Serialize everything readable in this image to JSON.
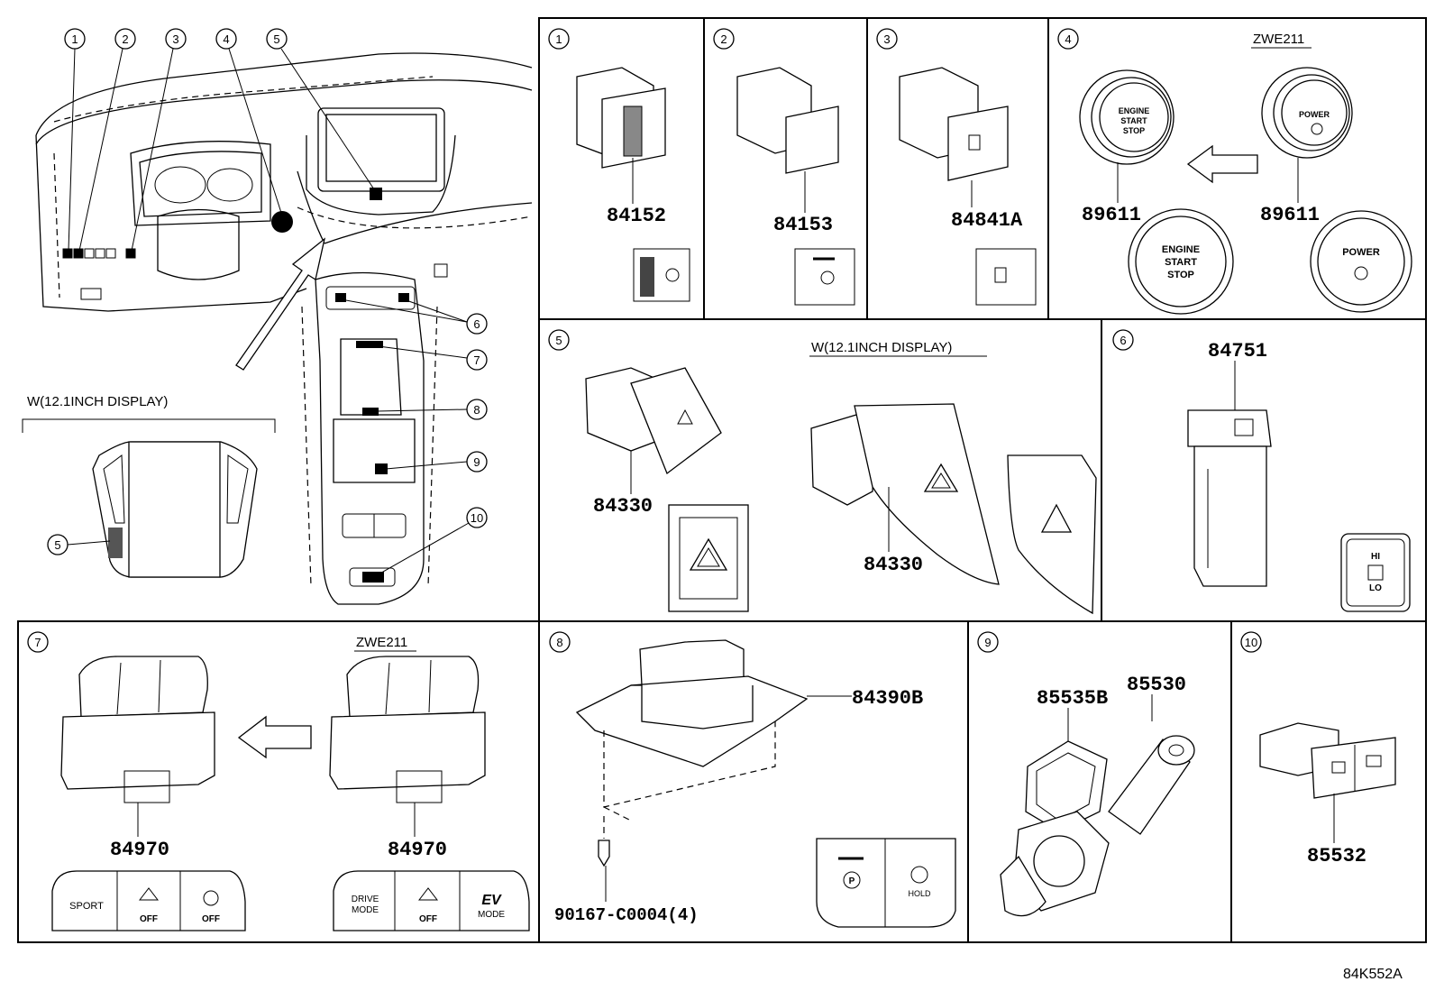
{
  "diagram_code": "84K552A",
  "overview": {
    "callouts": [
      "1",
      "2",
      "3",
      "4",
      "5",
      "6",
      "7",
      "8",
      "9",
      "10"
    ],
    "inset_caption": "W(12.1INCH DISPLAY)",
    "inset_callout": "5"
  },
  "panels": [
    {
      "id": "1",
      "parts": [
        "84152"
      ]
    },
    {
      "id": "2",
      "parts": [
        "84153"
      ]
    },
    {
      "id": "3",
      "parts": [
        "84841A"
      ]
    },
    {
      "id": "4",
      "caption": "ZWE211",
      "parts": [
        "89611",
        "89611"
      ],
      "labels": {
        "engine_start_stop_line1": "ENGINE",
        "engine_start_stop_line2": "START",
        "engine_start_stop_line3": "STOP",
        "power": "POWER"
      }
    },
    {
      "id": "5",
      "caption": "W(12.1INCH DISPLAY)",
      "parts": [
        "84330",
        "84330"
      ]
    },
    {
      "id": "6",
      "parts": [
        "84751"
      ],
      "labels": {
        "hi": "HI",
        "lo": "LO"
      }
    },
    {
      "id": "7",
      "caption": "ZWE211",
      "parts": [
        "84970",
        "84970"
      ],
      "labels": {
        "sport": "SPORT",
        "off": "OFF",
        "drive_line1": "DRIVE",
        "drive_line2": "MODE",
        "ev": "EV",
        "ev_mode": "MODE"
      }
    },
    {
      "id": "8",
      "parts": [
        "84390B",
        "90167-C0004(4)"
      ],
      "labels": {
        "hold": "HOLD",
        "p": "P"
      }
    },
    {
      "id": "9",
      "parts": [
        "85535B",
        "85530"
      ]
    },
    {
      "id": "10",
      "parts": [
        "85532"
      ]
    }
  ]
}
